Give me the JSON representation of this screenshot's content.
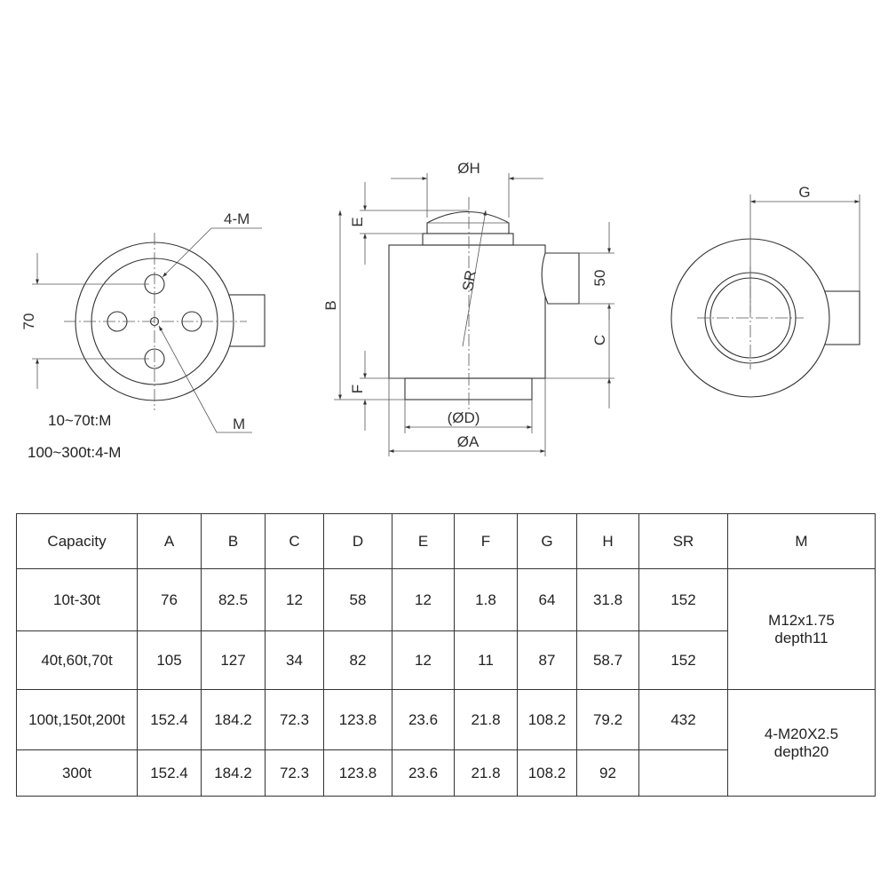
{
  "drawing": {
    "labels": {
      "four_m": "4-M",
      "m": "M",
      "seventy": "70",
      "dia_h": "ØH",
      "e": "E",
      "b": "B",
      "sr": "SR",
      "fifty": "50",
      "c": "C",
      "f": "F",
      "dia_d": "(ØD)",
      "dia_a": "ØA",
      "g": "G"
    },
    "notes": [
      "10~70t:M",
      "100~300t:4-M"
    ]
  },
  "table": {
    "headers": [
      "Capacity",
      "A",
      "B",
      "C",
      "D",
      "E",
      "F",
      "G",
      "H",
      "SR",
      "M"
    ],
    "rows": [
      {
        "capacity": "10t-30t",
        "a": "76",
        "b": "82.5",
        "c": "12",
        "d": "58",
        "e": "12",
        "f": "1.8",
        "g": "64",
        "h": "31.8",
        "sr": "152"
      },
      {
        "capacity": "40t,60t,70t",
        "a": "105",
        "b": "127",
        "c": "34",
        "d": "82",
        "e": "12",
        "f": "11",
        "g": "87",
        "h": "58.7",
        "sr": "152"
      },
      {
        "capacity": "100t,150t,200t",
        "a": "152.4",
        "b": "184.2",
        "c": "72.3",
        "d": "123.8",
        "e": "23.6",
        "f": "21.8",
        "g": "108.2",
        "h": "79.2",
        "sr": "432"
      },
      {
        "capacity": "300t",
        "a": "152.4",
        "b": "184.2",
        "c": "72.3",
        "d": "123.8",
        "e": "23.6",
        "f": "21.8",
        "g": "108.2",
        "h": "92",
        "sr": ""
      }
    ],
    "m_groups": [
      {
        "line1": "M12x1.75",
        "line2": "depth11"
      },
      {
        "line1": "4-M20X2.5",
        "line2": "depth20"
      }
    ]
  }
}
